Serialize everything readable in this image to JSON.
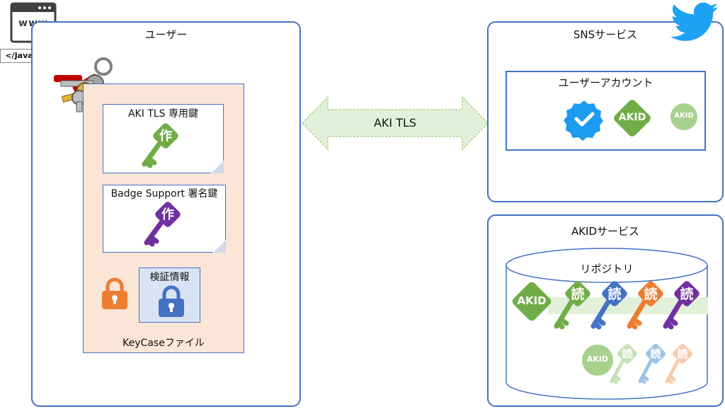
{
  "browser": {
    "www": "www",
    "tag": "</JavaScript>"
  },
  "user_panel": {
    "title": "ユーザー"
  },
  "keycase": {
    "private_key_doc": {
      "title": "AKI TLS 専用鍵",
      "glyph": "作"
    },
    "badge_key_doc": {
      "title": "Badge Support 署名鍵",
      "glyph": "作"
    },
    "verification_box": {
      "title": "検証情報"
    },
    "file_label": "KeyCaseファイル"
  },
  "channel": {
    "label": "AKI TLS"
  },
  "sns_panel": {
    "title": "SNSサービス",
    "account_box": {
      "title": "ユーザーアカウント",
      "akid_badge": "AKID",
      "akid_small": "AKID"
    }
  },
  "akid_panel": {
    "title": "AKIDサービス",
    "repository": {
      "title": "リポジトリ",
      "akid_badge": "AKID",
      "akid_small": "AKID",
      "read_glyph": "読"
    }
  },
  "colors": {
    "panel_border": "#4472c4",
    "keycase_fill": "#fbe5d6",
    "green": "#70ad47",
    "purple": "#7030a0",
    "blue": "#4472c4",
    "orange": "#ed7d31",
    "twitter": "#1da1f2",
    "arrow_fill": "#e2f0d9"
  }
}
